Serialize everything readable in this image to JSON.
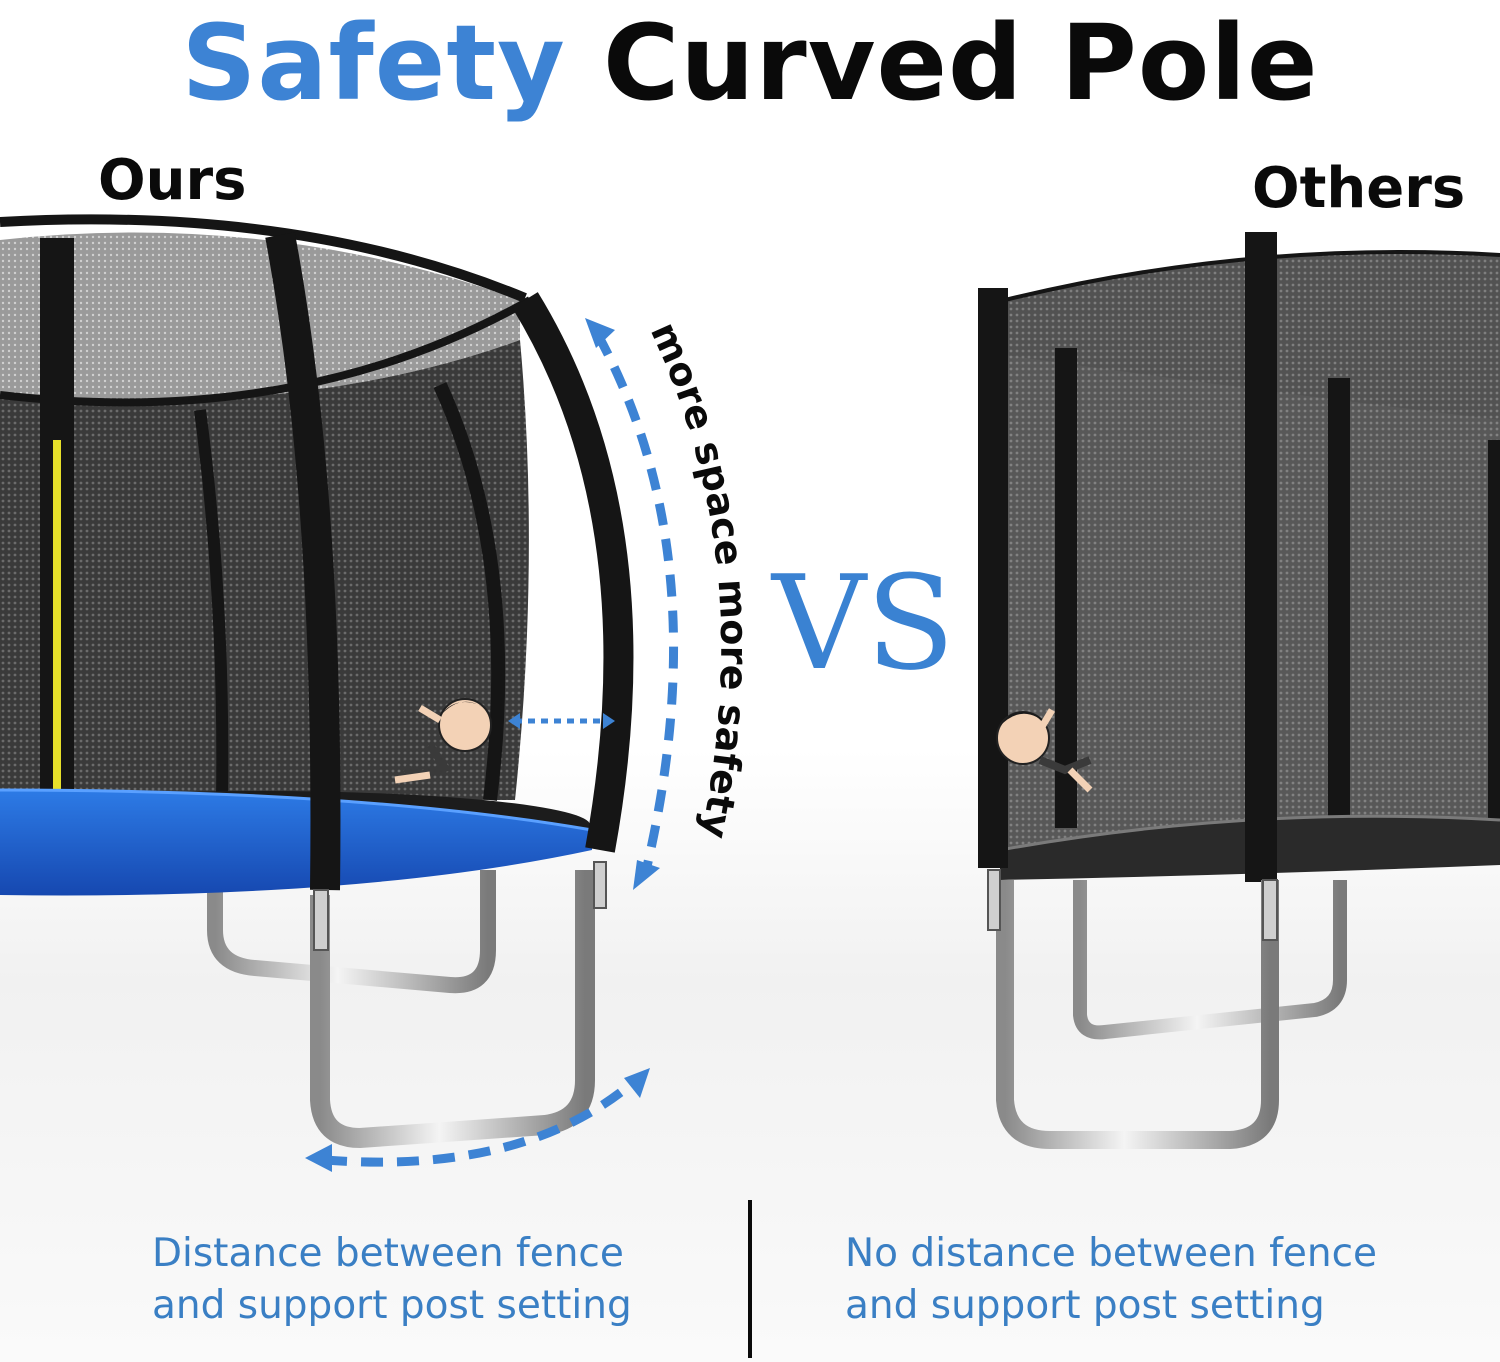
{
  "title": {
    "part1": "Safety",
    "part2": "Curved Pole"
  },
  "labels": {
    "ours": "Ours",
    "others": "Others"
  },
  "vs": "VS",
  "arc_text": "more space more safety",
  "captions": {
    "left_line1": "Distance between fence",
    "left_line2": "and support post setting",
    "right_line1": "No distance between fence",
    "right_line2": "and support post setting"
  },
  "colors": {
    "accent_blue": "#3d83d4",
    "pad_blue": "#1e5fd0",
    "pole_black": "#151515"
  }
}
